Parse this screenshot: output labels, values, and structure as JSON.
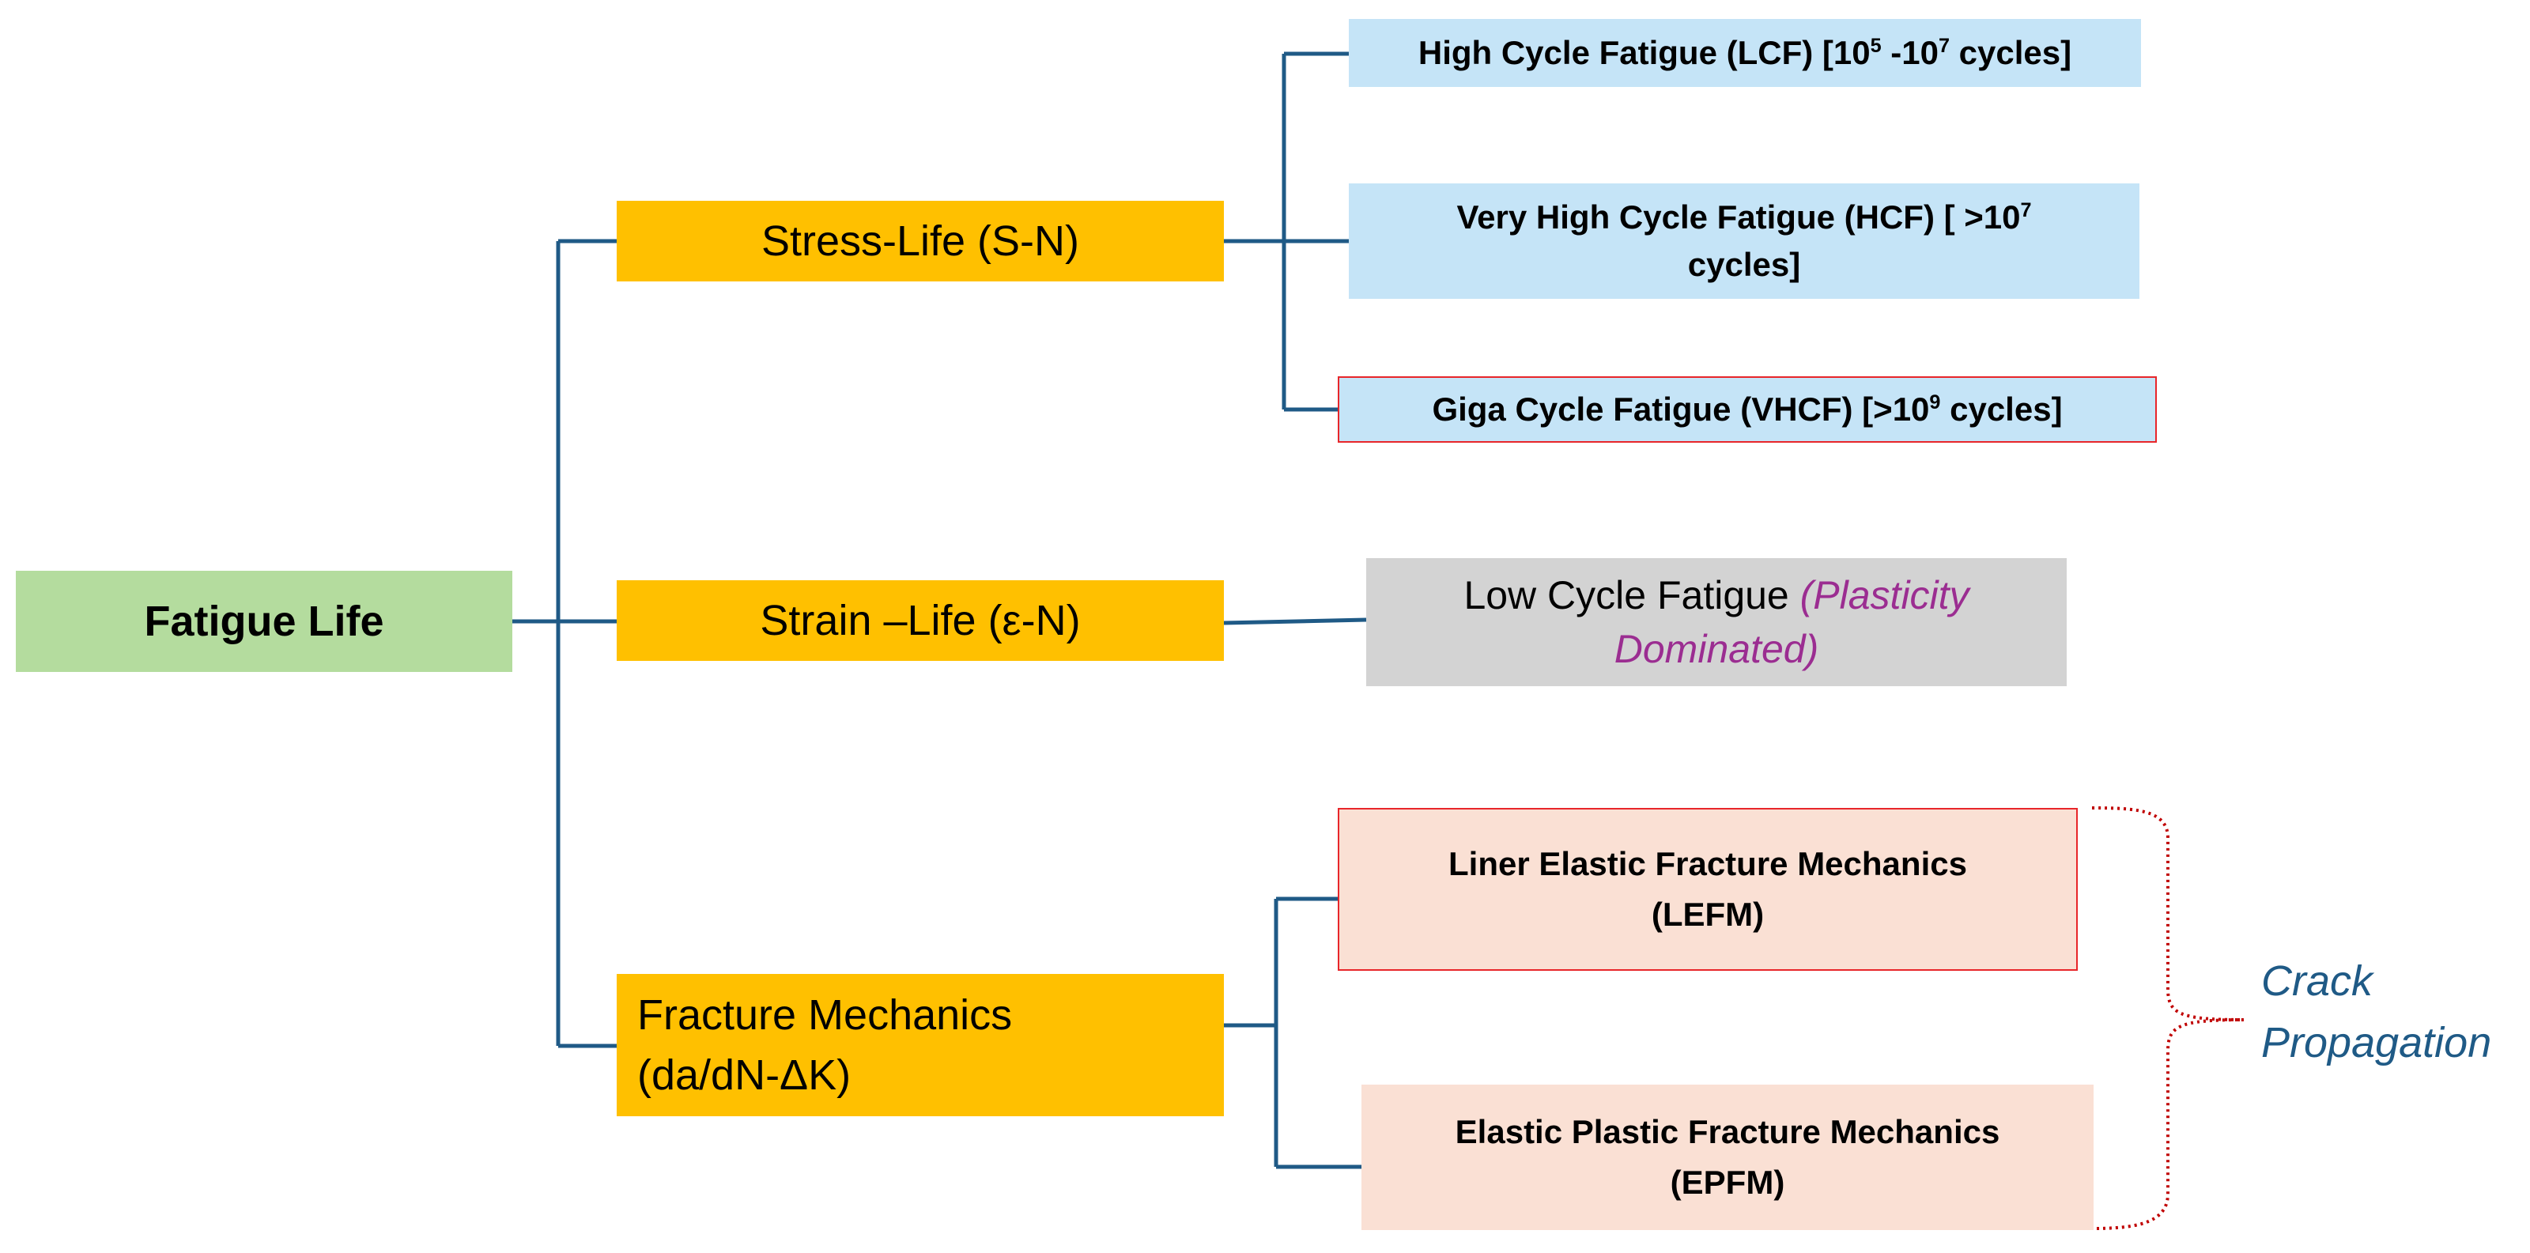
{
  "root": {
    "label": "Fatigue Life"
  },
  "categories": {
    "stress_life": {
      "label": "Stress-Life (S-N)"
    },
    "strain_life": {
      "label": "Strain –Life (ε-N)"
    },
    "fracture_mechanics": {
      "line1": "Fracture Mechanics",
      "line2": "(da/dN-ΔK)"
    }
  },
  "stress_life_children": {
    "hcf": {
      "pre": "High Cycle Fatigue (LCF) [10",
      "sup1": "5",
      "mid": " -10",
      "sup2": "7",
      "post": " cycles]"
    },
    "vhcf": {
      "pre": "Very High Cycle Fatigue (HCF) [ >10",
      "sup": "7",
      "line2": "cycles]"
    },
    "giga": {
      "pre": "Giga Cycle Fatigue (VHCF) [>10",
      "sup": "9",
      "post": " cycles]"
    }
  },
  "strain_life_child": {
    "main": "Low Cycle Fatigue ",
    "note_line1": "(Plasticity",
    "note_line2": "Dominated)"
  },
  "fracture_children": {
    "lefm": {
      "line1": "Liner Elastic Fracture Mechanics",
      "line2": "(LEFM)"
    },
    "epfm": {
      "line1": "Elastic Plastic Fracture Mechanics",
      "line2": "(EPFM)"
    }
  },
  "brace_label": {
    "line1": "Crack",
    "line2": "Propagation"
  },
  "colors": {
    "connector": "#1f5a86",
    "root_fill": "#b4dc9e",
    "category_fill": "#ffc000",
    "stress_child_fill": "#c5e4f7",
    "strain_child_fill": "#d3d3d3",
    "fracture_child_fill": "#fae0d4",
    "highlight_border": "#e8262a",
    "plasticity_note": "#9b2d91",
    "brace": "#c00000"
  }
}
